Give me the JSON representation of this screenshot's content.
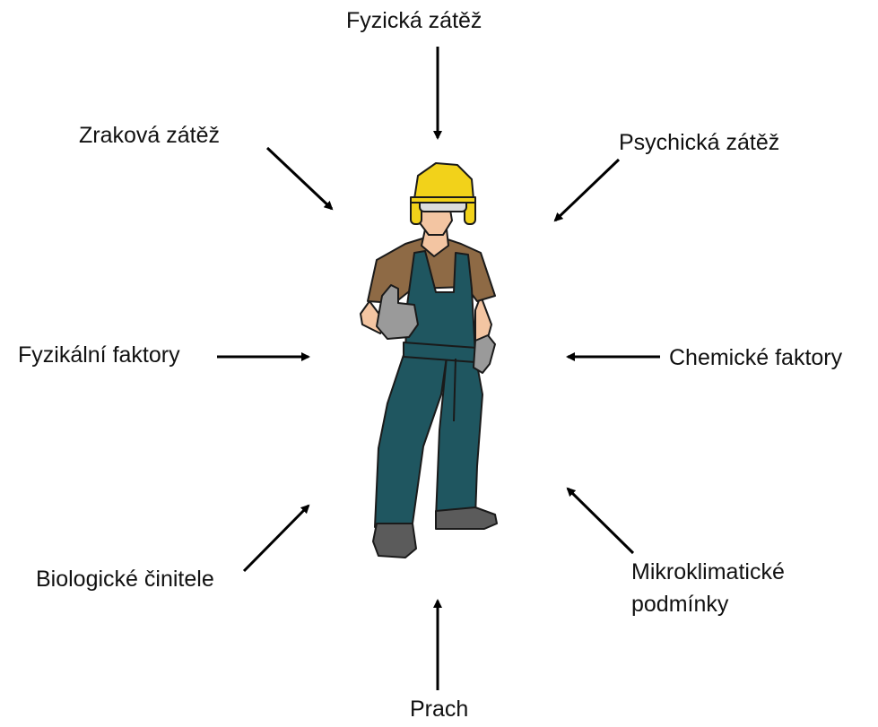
{
  "labels": {
    "top": "Fyzická zátěž",
    "top_left": "Zraková zátěž",
    "top_right": "Psychická zátěž",
    "left": "Fyzikální faktory",
    "right": "Chemické faktory",
    "bottom_left": "Biologické činitele",
    "bottom_right_line1": "Mikroklimatické",
    "bottom_right_line2": "podmínky",
    "bottom": "Prach"
  },
  "icons": {
    "center": "worker-figure-icon",
    "pointers": "arrow-icon"
  },
  "colors": {
    "helmet": "#f2d21a",
    "overalls": "#1f5660",
    "shirt": "#8e6a45",
    "skin": "#f3c5a2",
    "gloves": "#9a9a9a",
    "boots": "#5b5b5b",
    "arrow": "#000000"
  }
}
